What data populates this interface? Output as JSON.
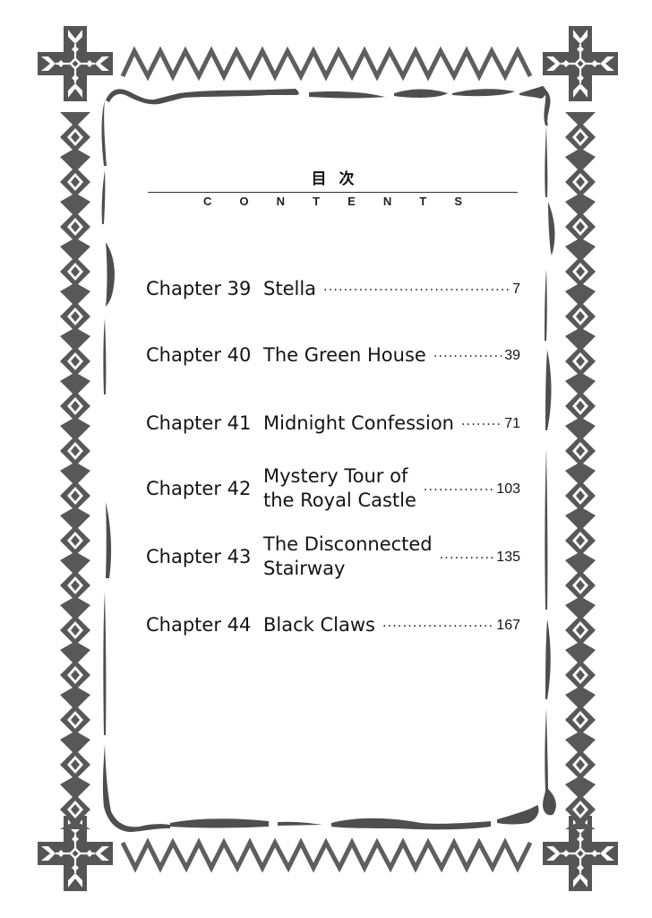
{
  "header": {
    "japanese_title": "目次",
    "english_title_letters": [
      "C",
      "O",
      "N",
      "T",
      "E",
      "N",
      "T",
      "S"
    ]
  },
  "entries": [
    {
      "chapter": "Chapter 39",
      "title_lines": [
        "Stella"
      ],
      "page": "7"
    },
    {
      "chapter": "Chapter 40",
      "title_lines": [
        "The Green House"
      ],
      "page": "39"
    },
    {
      "chapter": "Chapter 41",
      "title_lines": [
        "Midnight Confession"
      ],
      "page": "71"
    },
    {
      "chapter": "Chapter 42",
      "title_lines": [
        "Mystery Tour of",
        "the Royal Castle"
      ],
      "page": "103"
    },
    {
      "chapter": "Chapter 43",
      "title_lines": [
        "The Disconnected",
        "Stairway"
      ],
      "page": "135"
    },
    {
      "chapter": "Chapter 44",
      "title_lines": [
        "Black Claws"
      ],
      "page": "167"
    }
  ],
  "decorations": {
    "corner_icon": "tribal-cross-icon",
    "side_border": "hourglass-diamond-pattern",
    "top_bottom_border": "zigzag-pattern",
    "inner_frame": "brushstroke-frame",
    "ink_color": "#5a5a5a"
  }
}
